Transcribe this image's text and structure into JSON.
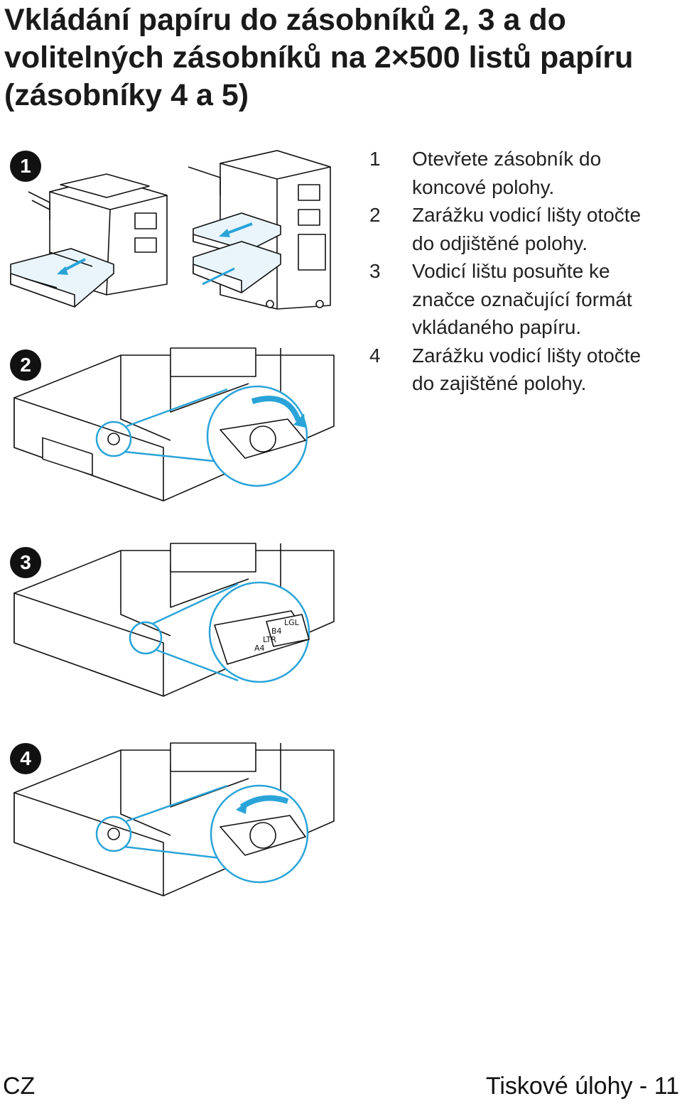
{
  "title_lines": [
    "Vkládání papíru do zásobníků 2, 3 a do",
    "volitelných zásobníků na 2×500 listů papíru",
    "(zásobníky 4 a 5)"
  ],
  "steps": [
    {
      "number": "1",
      "lines": [
        "Otevřete zásobník do",
        "koncové polohy."
      ]
    },
    {
      "number": "2",
      "lines": [
        "Zarážku vodicí lišty otočte",
        "do odjištěné polohy."
      ]
    },
    {
      "number": "3",
      "lines": [
        "Vodicí lištu posuňte ke",
        "značce označující formát",
        "vkládaného papíru."
      ]
    },
    {
      "number": "4",
      "lines": [
        "Zarážku vodicí lišty otočte",
        "do zajištěné polohy."
      ]
    }
  ],
  "figure_badges": [
    "1",
    "2",
    "3",
    "4"
  ],
  "size_marks": [
    "LGL",
    "B4",
    "LTR",
    "A4"
  ],
  "footer": {
    "left": "CZ",
    "right": "Tiskové úlohy - 11"
  },
  "colors": {
    "accent_blue": "#2aa4d8",
    "tray_tint": "#e9f5fb"
  }
}
